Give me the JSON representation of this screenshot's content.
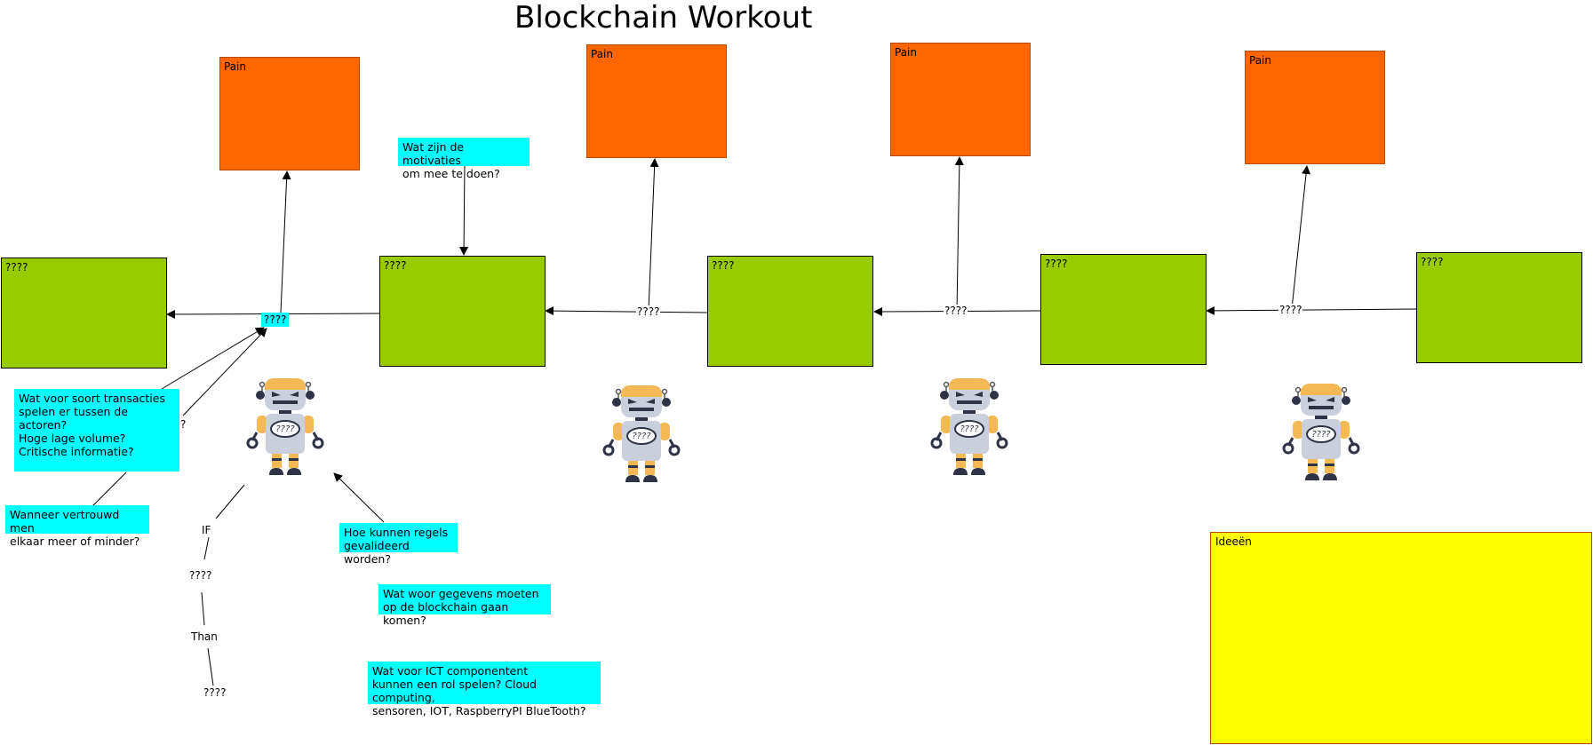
{
  "title": "Blockchain Workout",
  "pain_boxes": [
    "Pain",
    "Pain",
    "Pain",
    "Pain"
  ],
  "actor_boxes": [
    "????",
    "????",
    "????",
    "????",
    "????"
  ],
  "edge_labels": [
    "????",
    "????",
    "????",
    "????"
  ],
  "chain_labels": [
    "IF",
    "????",
    "Than",
    "????"
  ],
  "stray_mark": "?",
  "notes": {
    "motivations": "Wat zijn de motivaties\nom mee te doen?",
    "transactions": "Wat voor soort transacties\nspelen er tussen de actoren?\nHoge lage volume?\nCritische informatie?",
    "trust": "Wanneer vertrouwd men\nelkaar meer of minder?",
    "rules": "Hoe kunnen regels\ngevalideerd worden?",
    "data": "Wat woor gegevens moeten\nop de blockchain gaan komen?",
    "ict": "Wat voor ICT componentent\nkunnen een rol spelen? Cloud computing,\nsensoren, IOT, RaspberryPI BlueTooth?"
  },
  "ideas_label": "Ideeën",
  "robot_face_text": "????",
  "colors": {
    "pain": "#ff6600",
    "actor": "#99cc00",
    "note": "#00ffff",
    "ideas": "#ffff00"
  }
}
